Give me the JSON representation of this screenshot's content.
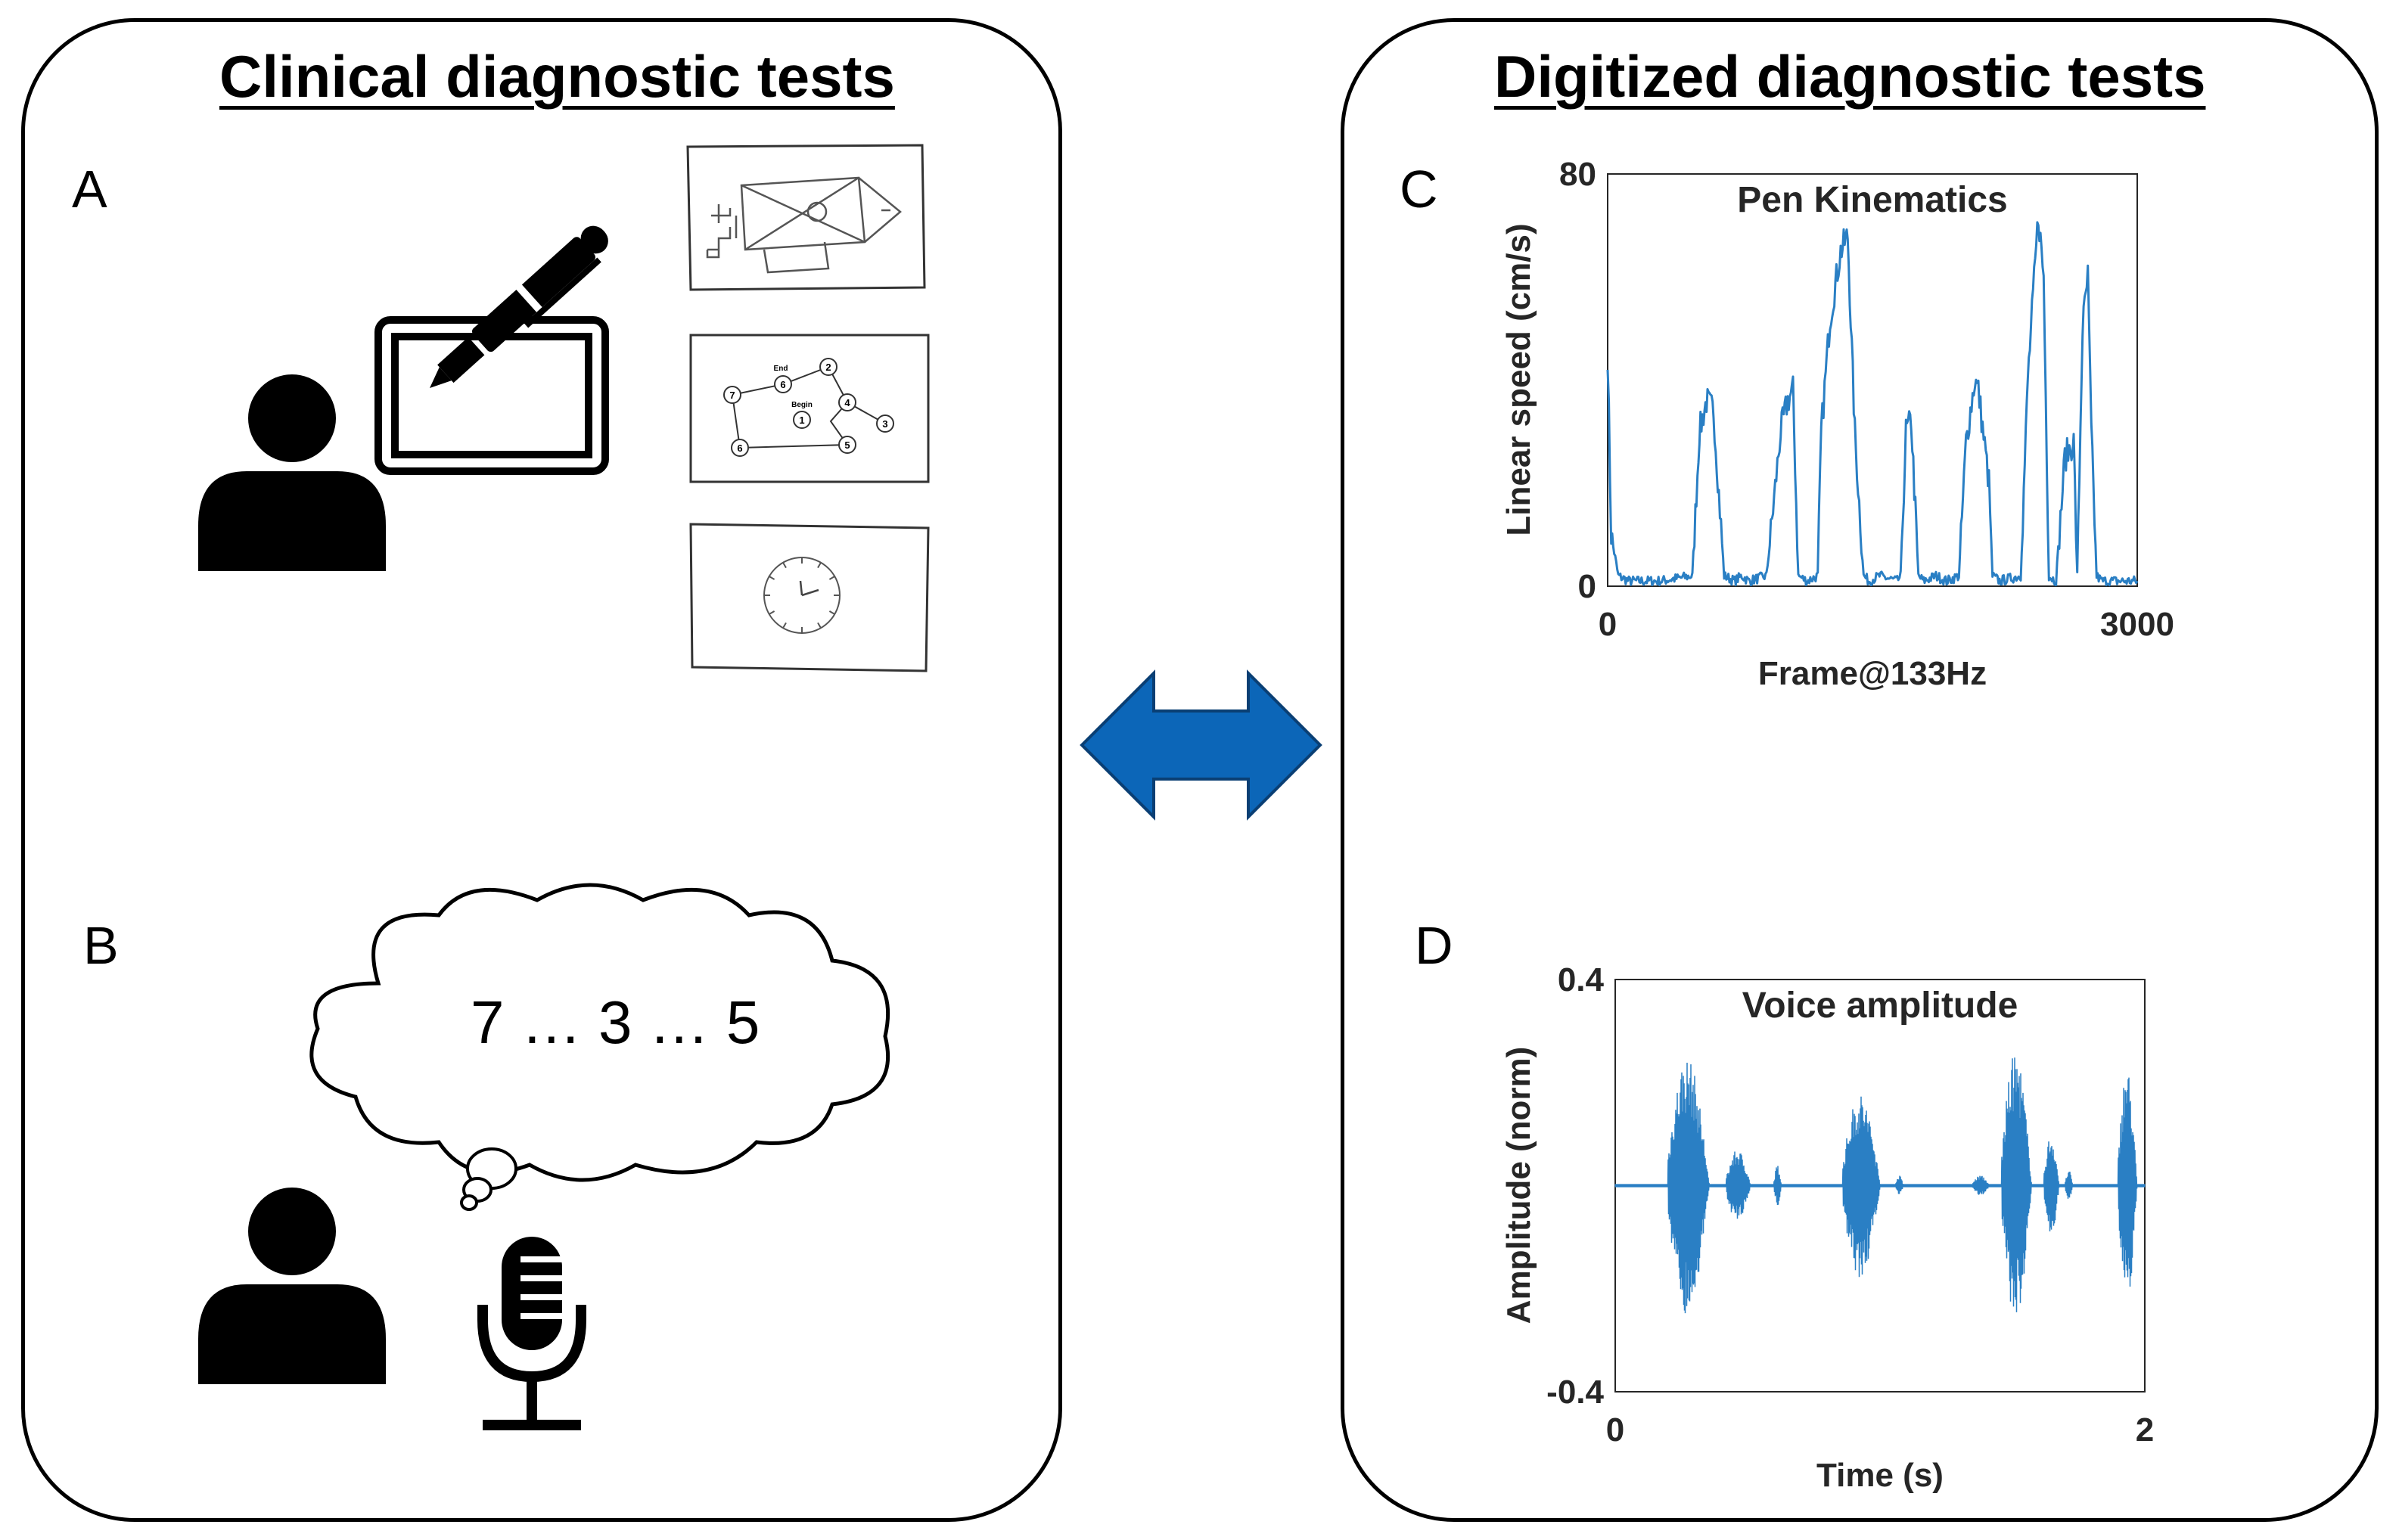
{
  "panels": {
    "left_title": "Clinical diagnostic tests",
    "right_title": "Digitized diagnostic tests"
  },
  "labels": {
    "a": "A",
    "b": "B",
    "c": "C",
    "d": "D"
  },
  "thought_bubble": {
    "text": "7 … 3 … 5"
  },
  "trail_card": {
    "end": "End",
    "begin": "Begin",
    "nodes": [
      "7",
      "6",
      "2",
      "4",
      "1",
      "3",
      "6",
      "5"
    ]
  },
  "chart_data": [
    {
      "type": "line",
      "title": "Pen Kinematics",
      "xlabel": "Frame@133Hz",
      "ylabel": "Linear speed (cm/s)",
      "xlim": [
        0,
        3000
      ],
      "ylim": [
        0,
        80
      ],
      "x_ticks": [
        "0",
        "3000"
      ],
      "y_ticks": [
        "0",
        "80"
      ],
      "color": "#2a7fc4",
      "x": [
        0,
        20,
        60,
        120,
        300,
        480,
        520,
        560,
        600,
        660,
        720,
        760,
        800,
        900,
        980,
        1020,
        1050,
        1080,
        1130,
        1190,
        1210,
        1260,
        1320,
        1360,
        1400,
        1450,
        1480,
        1540,
        1640,
        1660,
        1690,
        1720,
        1760,
        1790,
        1860,
        1920,
        1990,
        2030,
        2080,
        2100,
        2160,
        2180,
        2220,
        2340,
        2380,
        2440,
        2470,
        2500,
        2540,
        2590,
        2640,
        2660,
        2690,
        2720,
        2740,
        2770,
        2800,
        2880,
        3000
      ],
      "values": [
        45,
        10,
        2,
        1,
        1,
        2,
        30,
        36,
        34,
        2,
        1,
        2,
        1,
        2,
        30,
        36,
        38,
        2,
        1,
        2,
        30,
        52,
        65,
        68,
        30,
        2,
        1,
        2,
        1,
        2,
        30,
        32,
        2,
        1,
        2,
        1,
        2,
        28,
        40,
        38,
        20,
        2,
        1,
        2,
        40,
        72,
        60,
        2,
        1,
        25,
        28,
        2,
        50,
        60,
        30,
        2,
        1,
        1,
        1
      ]
    },
    {
      "type": "line",
      "title": "Voice amplitude",
      "xlabel": "Time (s)",
      "ylabel": "Amplitude (norm)",
      "xlim": [
        0,
        2
      ],
      "ylim": [
        -0.4,
        0.4
      ],
      "x_ticks": [
        "0",
        "2"
      ],
      "y_ticks": [
        "-0.4",
        "0.4"
      ],
      "color": "#2a7fc4",
      "bursts": [
        {
          "start": 0.2,
          "end": 0.42,
          "amp": 0.25
        },
        {
          "start": 0.42,
          "end": 0.55,
          "amp": 0.07
        },
        {
          "start": 0.6,
          "end": 0.64,
          "amp": 0.04
        },
        {
          "start": 0.86,
          "end": 1.06,
          "amp": 0.18
        },
        {
          "start": 1.06,
          "end": 1.1,
          "amp": 0.02
        },
        {
          "start": 1.35,
          "end": 1.44,
          "amp": 0.02
        },
        {
          "start": 1.46,
          "end": 1.62,
          "amp": 0.26
        },
        {
          "start": 1.62,
          "end": 1.7,
          "amp": 0.1
        },
        {
          "start": 1.7,
          "end": 1.74,
          "amp": 0.03
        },
        {
          "start": 1.9,
          "end": 2.0,
          "amp": 0.23
        }
      ]
    }
  ]
}
